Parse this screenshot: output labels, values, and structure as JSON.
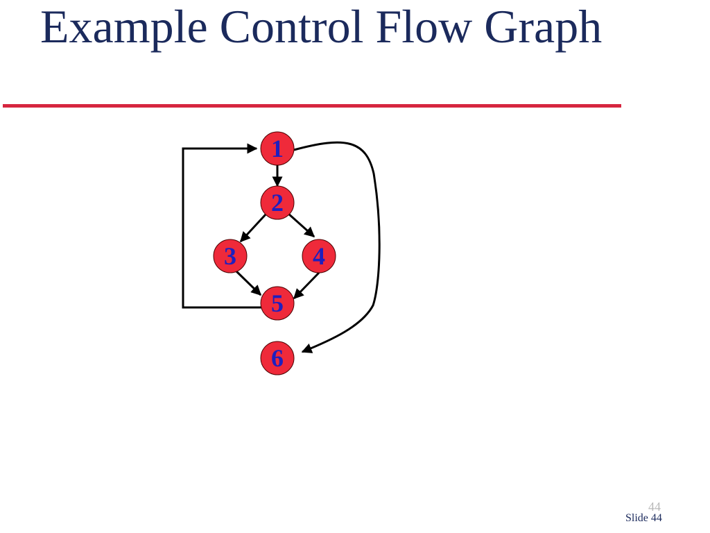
{
  "slide": {
    "title": "Example Control Flow Graph",
    "page_number_faded": "44",
    "footer_label": "Slide",
    "footer_number": "44"
  },
  "colors": {
    "title": "#1b2a5c",
    "rule": "#d6263f",
    "node_fill": "#ef2a3a",
    "node_label": "#1f1fbf",
    "edge": "#000000"
  },
  "graph": {
    "nodes": [
      {
        "id": "1",
        "label": "1"
      },
      {
        "id": "2",
        "label": "2"
      },
      {
        "id": "3",
        "label": "3"
      },
      {
        "id": "4",
        "label": "4"
      },
      {
        "id": "5",
        "label": "5"
      },
      {
        "id": "6",
        "label": "6"
      }
    ],
    "edges": [
      {
        "from": "1",
        "to": "2"
      },
      {
        "from": "2",
        "to": "3"
      },
      {
        "from": "2",
        "to": "4"
      },
      {
        "from": "3",
        "to": "5"
      },
      {
        "from": "4",
        "to": "5"
      },
      {
        "from": "5",
        "to": "1"
      },
      {
        "from": "1",
        "to": "6"
      }
    ]
  }
}
